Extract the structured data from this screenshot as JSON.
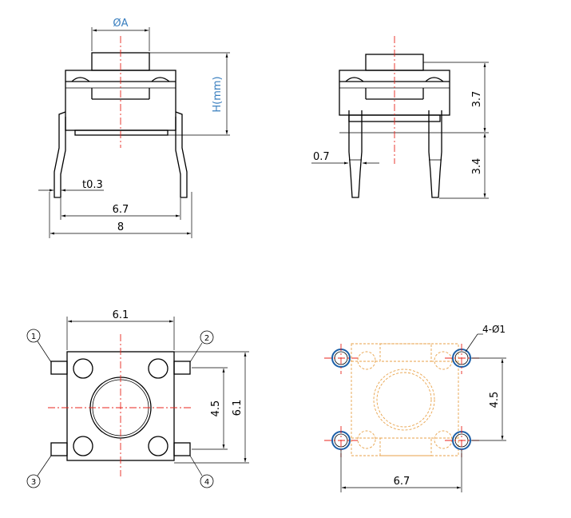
{
  "views": {
    "front": {
      "dia_label": "ØA",
      "height_label": "H(mm)",
      "thickness_label": "t0.3",
      "pin_span": "6.7",
      "width": "8"
    },
    "side": {
      "pin_width": "0.7",
      "body_height": "3.7",
      "pin_length": "3.4"
    },
    "top": {
      "width": "6.1",
      "pin_pitch": "4.5",
      "height": "6.1",
      "pin_numbers": [
        "1",
        "2",
        "3",
        "4"
      ]
    },
    "footprint": {
      "holes_label": "4-Ø1",
      "pitch_v": "4.5",
      "pitch_h": "6.7"
    }
  },
  "colors": {
    "centerline": "#e8241c",
    "dimension_text_blue": "#3a7fbf",
    "outline_orange": "#e8a24a",
    "hole_blue": "#1b5fa8"
  }
}
